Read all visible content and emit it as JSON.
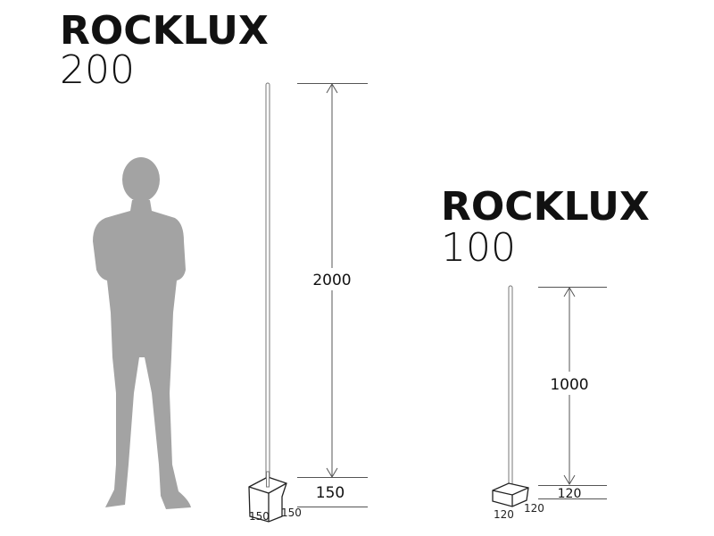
{
  "products": [
    {
      "name": "ROCKLUX",
      "model": "200",
      "height": "2000",
      "base_height": "150",
      "base_width": "150",
      "base_depth": "150"
    },
    {
      "name": "ROCKLUX",
      "model": "100",
      "height": "1000",
      "base_height": "120",
      "base_width": "120",
      "base_depth": "120"
    }
  ],
  "colors": {
    "silhouette": "#a3a3a3",
    "text": "#111111",
    "lines": "#555555"
  }
}
